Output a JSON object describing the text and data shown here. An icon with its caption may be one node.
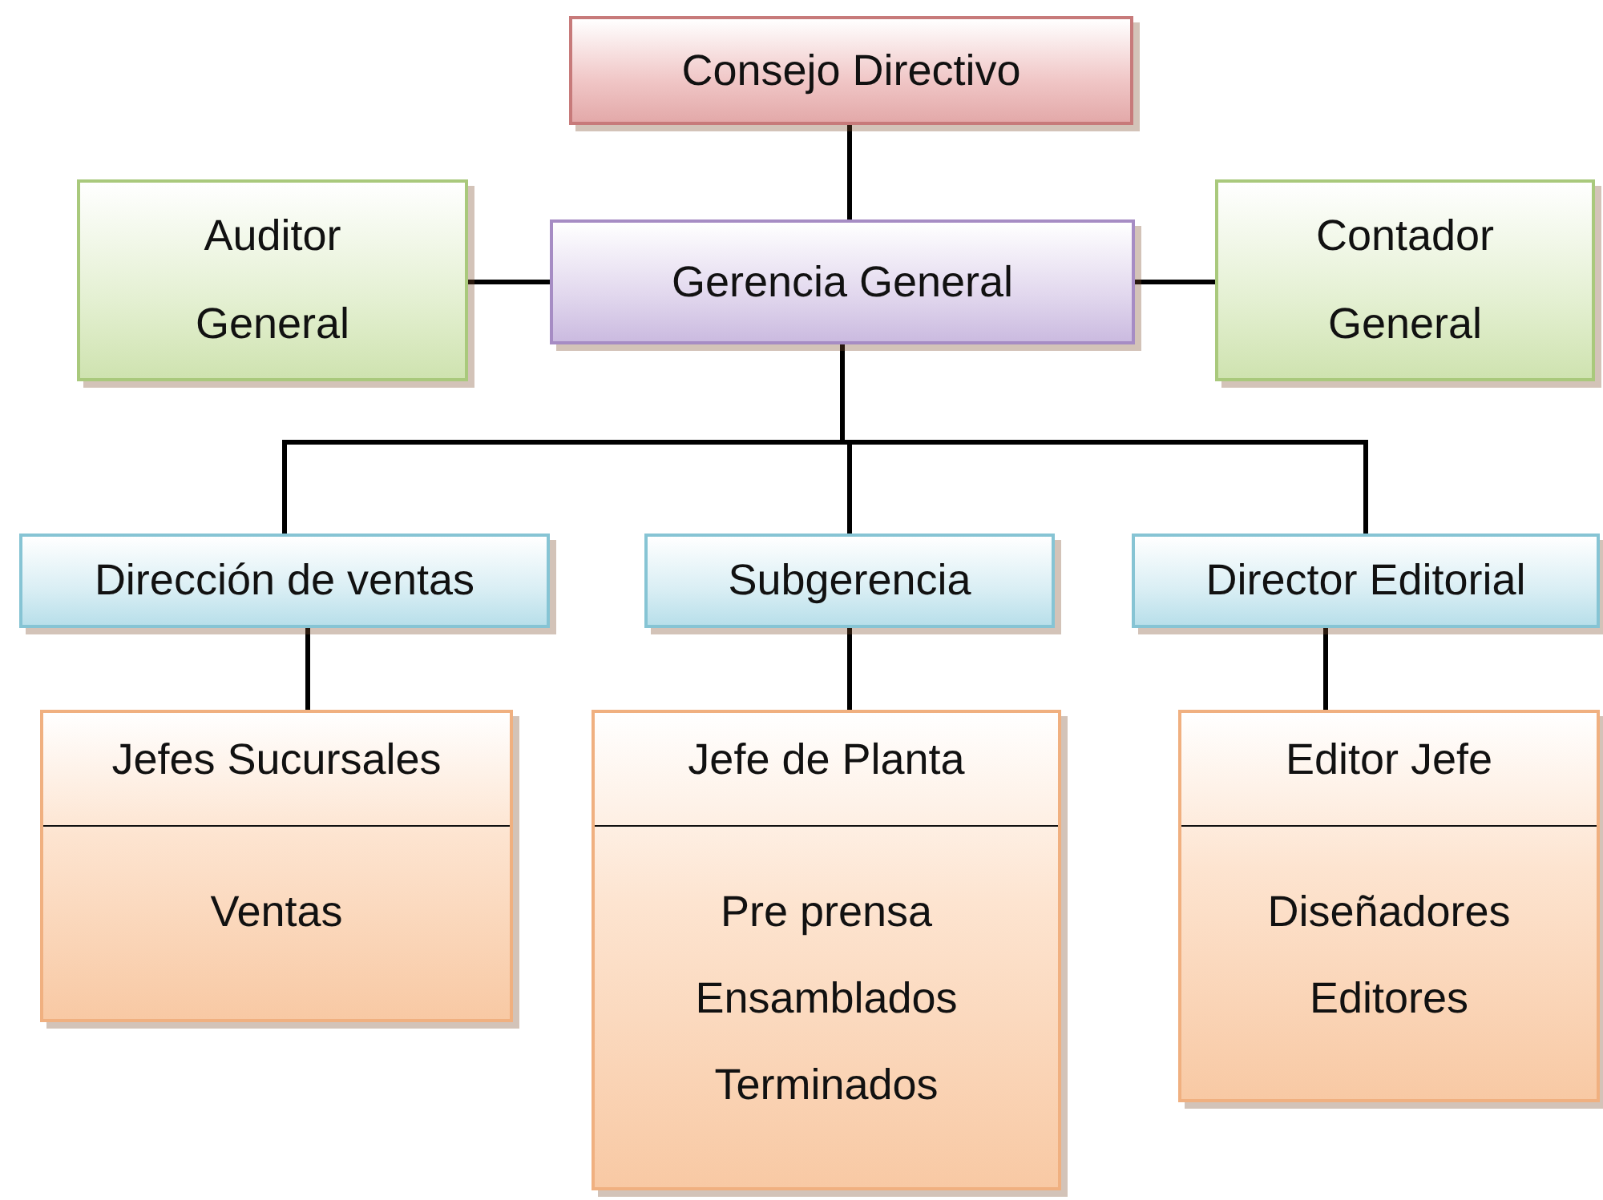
{
  "diagram": {
    "nodes": [
      {
        "text": [
          "Consejo Directivo"
        ]
      },
      {
        "text": [
          "Auditor General"
        ]
      },
      {
        "text": [
          "Gerencia General"
        ]
      },
      {
        "text": [
          "Contador General"
        ]
      },
      {
        "text": [
          "Dirección de ventas"
        ]
      },
      {
        "text": [
          "Subgerencia"
        ]
      },
      {
        "text": [
          "Director Editorial"
        ]
      },
      {
        "text": [
          "Jefes Sucursales",
          "Ventas"
        ]
      },
      {
        "text": [
          "Jefe de Planta",
          "Pre prensa",
          "Ensamblados",
          "Terminados"
        ]
      },
      {
        "text": [
          "Editor Jefe",
          "Diseñadores",
          "Editores"
        ]
      }
    ],
    "edges": [
      {
        "from": 0,
        "to": 2,
        "arrow": "none"
      },
      {
        "from": 2,
        "to": 1,
        "arrow": "none"
      },
      {
        "from": 2,
        "to": 3,
        "arrow": "none"
      },
      {
        "from": 2,
        "to": 4,
        "arrow": "none"
      },
      {
        "from": 2,
        "to": 5,
        "arrow": "none"
      },
      {
        "from": 2,
        "to": 6,
        "arrow": "none"
      },
      {
        "from": 4,
        "to": 7,
        "arrow": "none"
      },
      {
        "from": 5,
        "to": 8,
        "arrow": "none"
      },
      {
        "from": 6,
        "to": 9,
        "arrow": "none"
      }
    ]
  }
}
